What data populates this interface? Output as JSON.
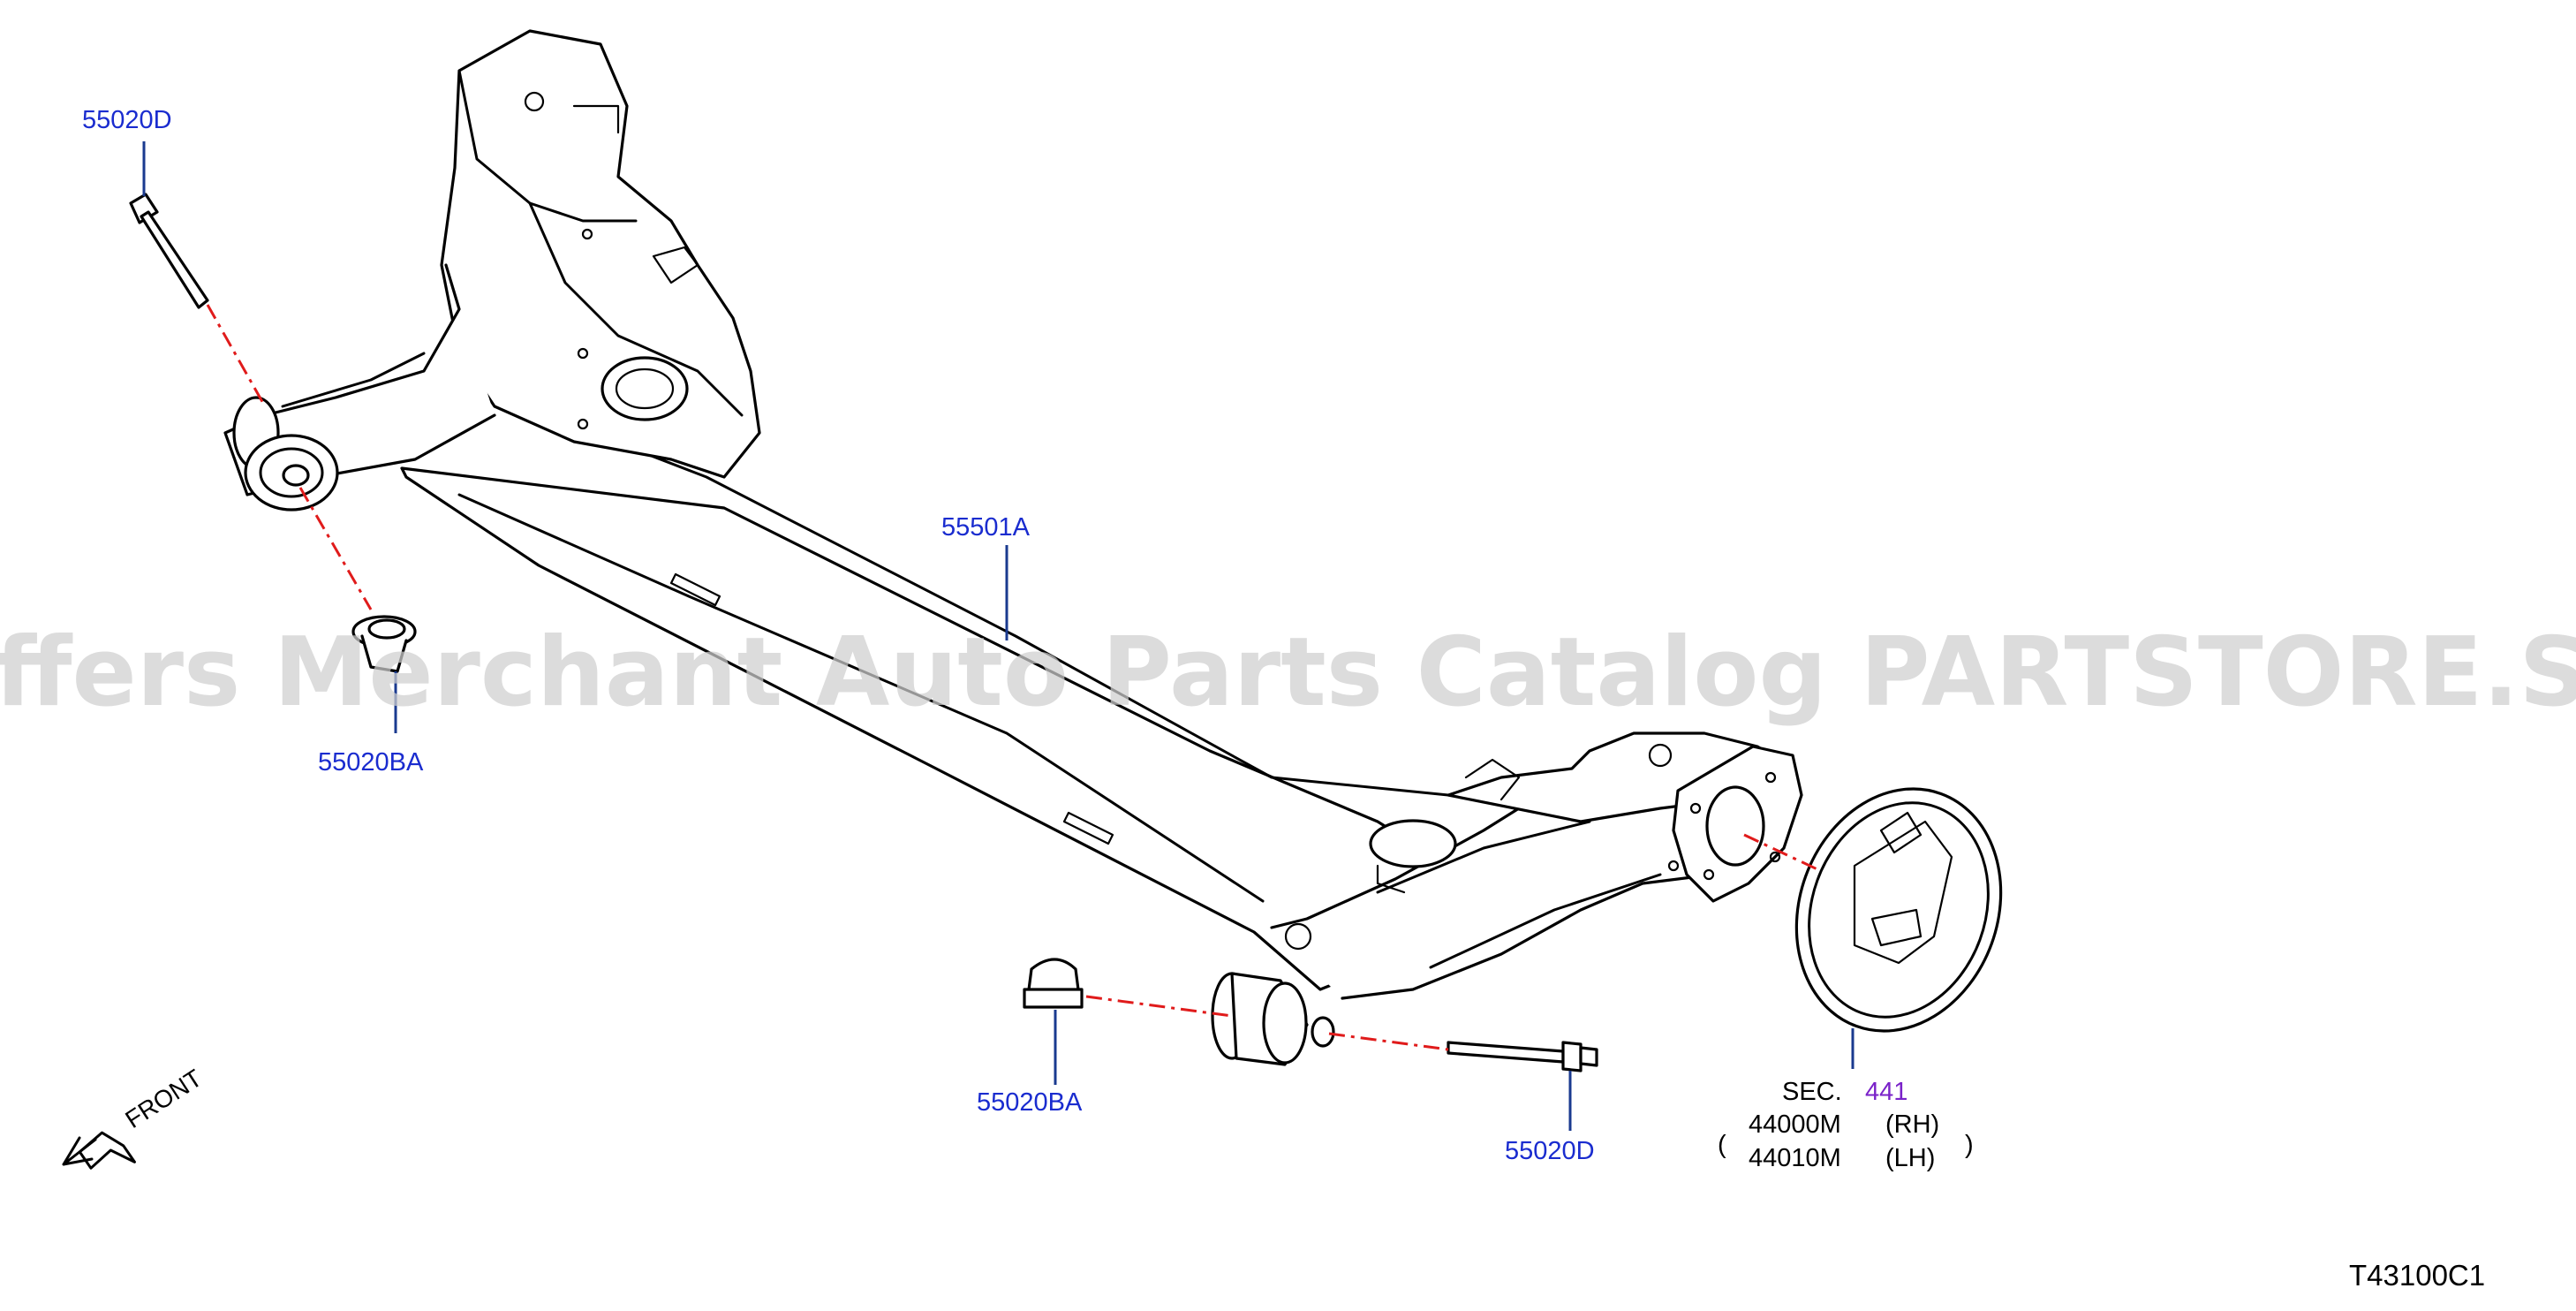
{
  "callouts": {
    "bolt_top_left": "55020D",
    "nut_left": "55020BA",
    "axle_beam": "55501A",
    "nut_bottom": "55020BA",
    "bolt_bottom_right": "55020D"
  },
  "section_ref": {
    "prefix": "SEC.",
    "number": "441",
    "rows": [
      {
        "part": "44000M",
        "side": "(RH)"
      },
      {
        "part": "44010M",
        "side": "(LH)"
      }
    ]
  },
  "front_label": "FRONT",
  "diagram_code": "T43100C1",
  "watermark": "Offers Merchant Auto Parts Catalog PARTSTORE.SA",
  "colors": {
    "callout_text": "#1a2ccf",
    "leader_line": "#1a3a8f",
    "section_number": "#7a22c9",
    "center_line": "#e01b1b"
  }
}
